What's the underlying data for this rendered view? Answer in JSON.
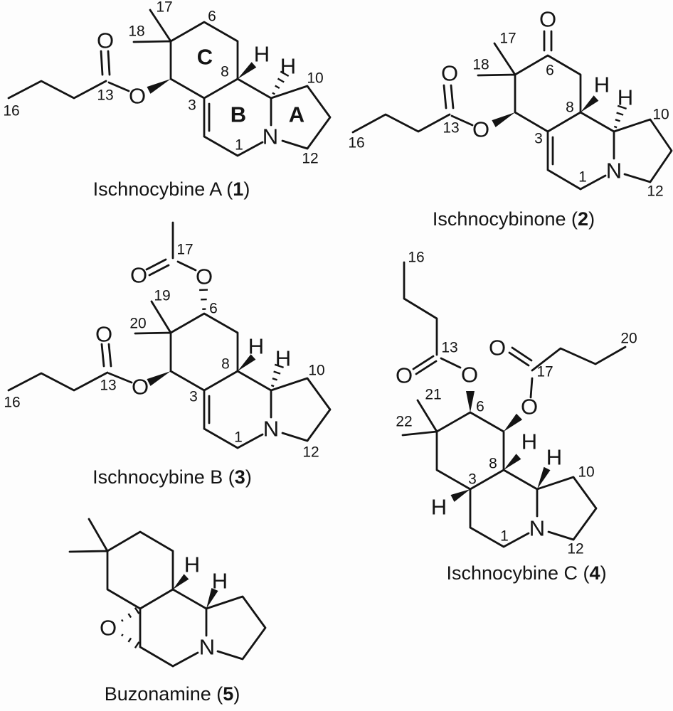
{
  "figure": {
    "background": "#fdfdfd",
    "ink_color": "#141414",
    "description_labels": {
      "oxygen": "O",
      "nitrogen": "N",
      "hydrogen": "H"
    }
  },
  "structures": [
    {
      "caption": {
        "prefix": "Ischnocybine A (",
        "num": "1",
        "suffix": ")"
      },
      "labels": {
        "n17": "17",
        "n6": "6",
        "n18": "18",
        "o_carbonyl": "O",
        "o_ester": "O",
        "ring_c": "C",
        "ring_b": "B",
        "ring_a": "A",
        "h8": "H",
        "h9": "H",
        "n8": "8",
        "n10": "10",
        "n13": "13",
        "n3": "3",
        "n16": "16",
        "n_atom": "N",
        "n1": "1",
        "n12": "12"
      }
    },
    {
      "caption": {
        "prefix": "Ischnocybinone (",
        "num": "2",
        "suffix": ")"
      },
      "labels": {
        "o_ketone": "O",
        "n17": "17",
        "n18": "18",
        "n6": "6",
        "o_carbonyl": "O",
        "o_ester": "O",
        "h8": "H",
        "h9": "H",
        "n8": "8",
        "n10": "10",
        "n13": "13",
        "n3": "3",
        "n16": "16",
        "n_atom": "N",
        "n1": "1",
        "n12": "12"
      }
    },
    {
      "caption": {
        "prefix": "Ischnocybine B (",
        "num": "3",
        "suffix": ")"
      },
      "labels": {
        "n17": "17",
        "o_ac_carbonyl": "O",
        "o_ac_ester": "O",
        "n19": "19",
        "n20": "20",
        "n6": "6",
        "o_carbonyl": "O",
        "o_ester": "O",
        "h8": "H",
        "h9": "H",
        "n8": "8",
        "n10": "10",
        "n13": "13",
        "n3": "3",
        "n16": "16",
        "n_atom": "N",
        "n1": "1",
        "n12": "12"
      }
    },
    {
      "caption": {
        "prefix": "Ischnocybine C (",
        "num": "4",
        "suffix": ")"
      },
      "labels": {
        "n16": "16",
        "n13": "13",
        "o_carbonyl1": "O",
        "o_ester1": "O",
        "n20": "20",
        "o_carbonyl2": "O",
        "n17": "17",
        "o_ester2": "O",
        "n21": "21",
        "n22": "22",
        "n6": "6",
        "h8": "H",
        "h9": "H",
        "h3": "H",
        "n8": "8",
        "n3": "3",
        "n10": "10",
        "n1": "1",
        "n12": "12",
        "n_atom": "N"
      }
    },
    {
      "caption": {
        "prefix": "Buzonamine (",
        "num": "5",
        "suffix": ")"
      },
      "labels": {
        "o_epoxide": "O",
        "h8": "H",
        "h9": "H",
        "n_atom": "N"
      }
    }
  ]
}
